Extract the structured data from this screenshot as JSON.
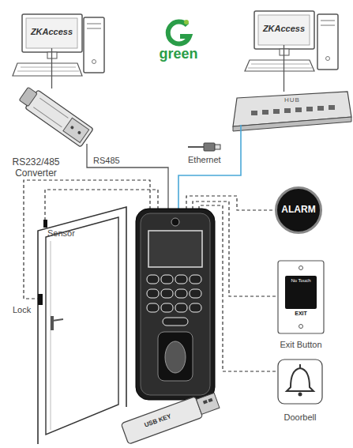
{
  "diagram": {
    "nodes": [
      {
        "text": [
          "ZKAccess"
        ]
      },
      {
        "text": [
          "ZKAccess"
        ]
      },
      {
        "text": [
          "RS232/485 Converter"
        ]
      },
      {
        "text": [
          "HUB"
        ]
      },
      {
        "text": [
          "ALARM"
        ]
      },
      {
        "text": [
          "No Touch",
          "EXIT",
          "Exit Button"
        ]
      },
      {
        "text": [
          "Doorbell"
        ]
      },
      {
        "text": [
          "USB KEY"
        ]
      }
    ],
    "edges": [
      {
        "from": 0,
        "to": 2,
        "arrow": "none"
      },
      {
        "from": 3,
        "to": 1,
        "arrow": "none"
      }
    ],
    "labels": [
      "green",
      "RS485",
      "Ethernet",
      "Sensor",
      "Lock"
    ]
  }
}
